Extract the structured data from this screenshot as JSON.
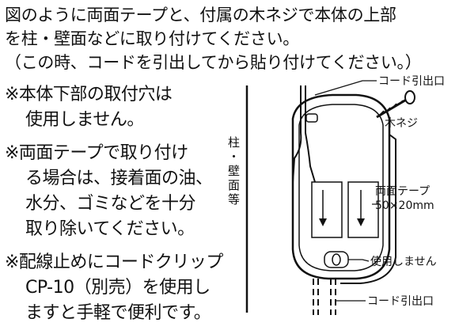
{
  "intro": {
    "lines": [
      "図のように両面テープと、付属の木ネジで本体の上部",
      "を柱・壁面などに取り付けてください。",
      "（この時、コードを引出してから貼り付けてください。）"
    ]
  },
  "notes": [
    {
      "lines": [
        "※本体下部の取付穴は",
        "使用しません。"
      ]
    },
    {
      "lines": [
        "※両面テープで取り付け",
        "る場合は、接着面の油、",
        "水分、ゴミなどを十分",
        "取り除いてください。"
      ]
    },
    {
      "lines": [
        "※配線止めにコードクリップ",
        "CP-10（別売）を使用し",
        "ますと手軽で便利です。"
      ]
    }
  ],
  "figure": {
    "wall_label": "柱・壁面等",
    "callouts": {
      "cord_top": "コード引出口",
      "screw": "木ネジ",
      "tape_name": "両面テープ",
      "tape_size": "50×20mm",
      "unused": "使用しません",
      "cord_bottom": "コード引出口"
    }
  }
}
